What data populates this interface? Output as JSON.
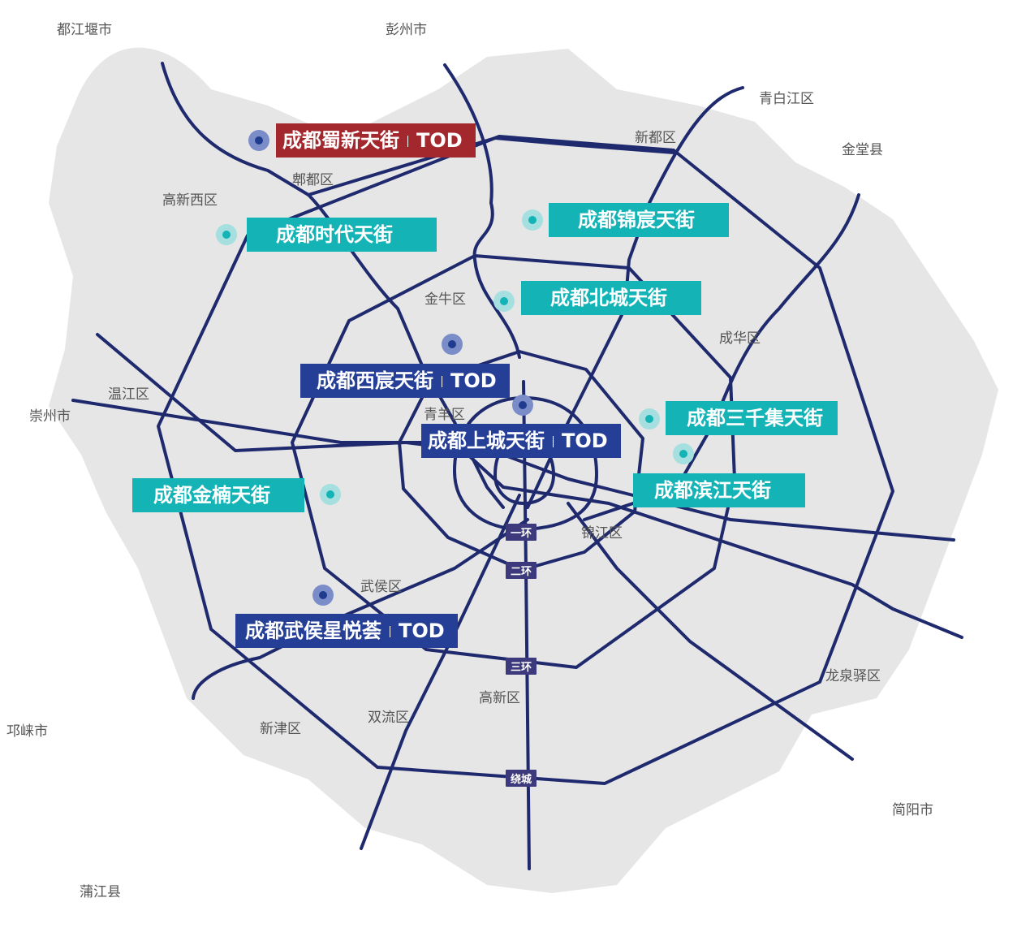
{
  "colors": {
    "road": "#1f2a6e",
    "land": "#e6e6e6",
    "tod_red": "#a3282d",
    "teal": "#13b3b6",
    "navy": "#263f96",
    "ring_label": "#3c3a7c"
  },
  "districts": [
    "都江堰市",
    "彭州市",
    "青白江区",
    "新都区",
    "金堂县",
    "郫都区",
    "高新西区",
    "金牛区",
    "成华区",
    "温江区",
    "崇州市",
    "青羊区",
    "锦江区",
    "武侯区",
    "龙泉驿区",
    "高新区",
    "双流区",
    "新津区",
    "邛崃市",
    "简阳市",
    "蒲江县"
  ],
  "rings": [
    "一环",
    "二环",
    "三环",
    "绕城"
  ],
  "projects": [
    {
      "name": "成都蜀新天街",
      "suffix": "TOD",
      "type": "TOD-red"
    },
    {
      "name": "成都时代天街",
      "type": "teal"
    },
    {
      "name": "成都锦宸天街",
      "type": "teal"
    },
    {
      "name": "成都北城天街",
      "type": "teal"
    },
    {
      "name": "成都西宸天街",
      "suffix": "TOD",
      "type": "TOD-navy"
    },
    {
      "name": "成都三千集天街",
      "type": "teal"
    },
    {
      "name": "成都上城天街",
      "suffix": "TOD",
      "type": "TOD-navy"
    },
    {
      "name": "成都滨江天街",
      "type": "teal"
    },
    {
      "name": "成都金楠天街",
      "type": "teal"
    },
    {
      "name": "成都武侯星悦荟",
      "suffix": "TOD",
      "type": "TOD-navy"
    }
  ]
}
